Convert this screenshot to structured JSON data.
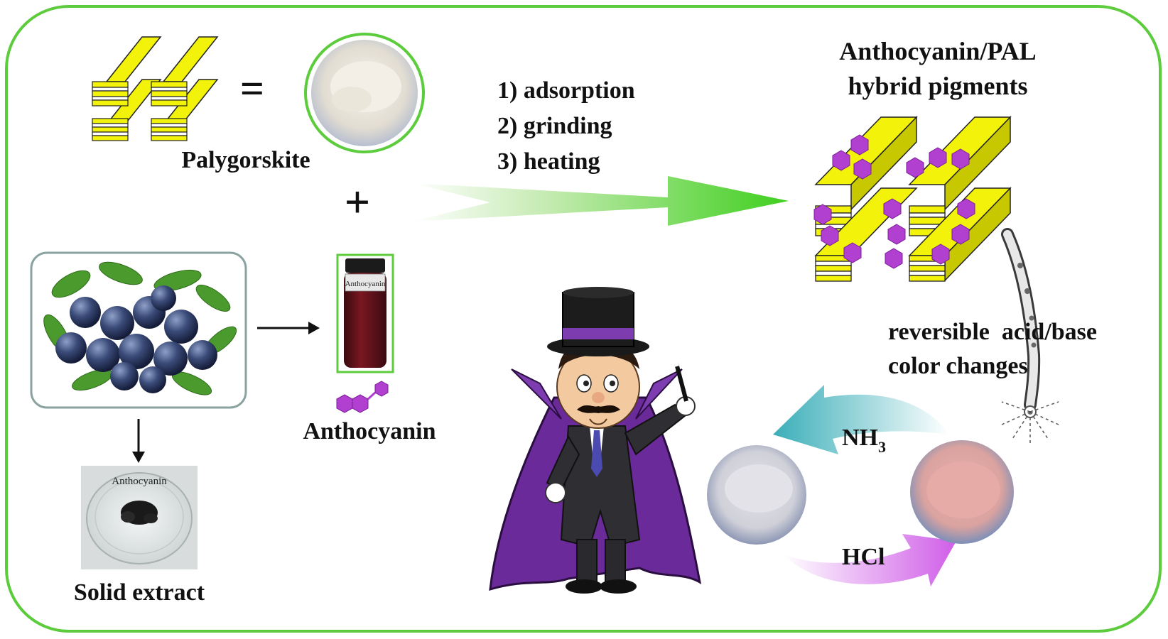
{
  "palygorskite": {
    "equals": "=",
    "label": "Palygorskite"
  },
  "plus": "+",
  "steps": [
    "1) adsorption",
    "2) grinding",
    "3) heating"
  ],
  "hybrid": {
    "line1": "Anthocyanin/PAL",
    "line2": "hybrid pigments"
  },
  "bottle": {
    "label": "Anthocyanin"
  },
  "anthocyanin_label": "Anthocyanin",
  "dish": {
    "label": "Anthocyanin"
  },
  "solid_extract": "Solid extract",
  "reversible": {
    "line1": "reversible  acid/base",
    "line2": "color changes"
  },
  "nh3": {
    "base": "NH",
    "sub": "3"
  },
  "hcl": "HCl",
  "colors": {
    "frame": "#5ccc3c",
    "pal_yellow": "#f2f20a",
    "anthocyanin_purple": "#b13fd0",
    "arrow_green": "#4fd52a",
    "arrow_teal": "#4bb8c0",
    "arrow_magenta": "#d66ae6",
    "cloak_purple": "#6a2a9a"
  }
}
